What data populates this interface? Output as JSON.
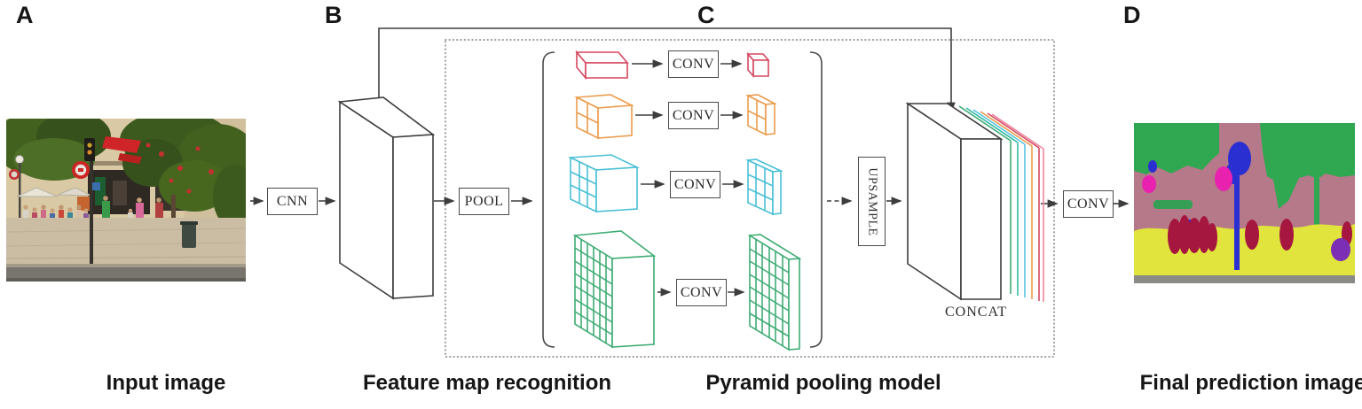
{
  "panels": {
    "a": {
      "letter": "A",
      "caption": "Input image"
    },
    "b": {
      "letter": "B",
      "caption": "Feature map recognition"
    },
    "c": {
      "letter": "C",
      "caption": "Pyramid pooling model"
    },
    "d": {
      "letter": "D",
      "caption": "Final prediction image"
    }
  },
  "nodes": {
    "cnn": "CNN",
    "pool": "POOL",
    "conv": "CONV",
    "upsample": "UPSAMPLE",
    "concat": "CONCAT"
  },
  "pyramid_levels": [
    {
      "name": "pool-level-1x1",
      "grid": "1×1",
      "color": "#d6475f"
    },
    {
      "name": "pool-level-2x2",
      "grid": "2×2",
      "color": "#eb9c4c"
    },
    {
      "name": "pool-level-3x3",
      "grid": "3×3",
      "color": "#49c0d6"
    },
    {
      "name": "pool-level-6x6",
      "grid": "6×6",
      "color": "#3eac74"
    }
  ],
  "concat_slice_colors": [
    "#3eac74",
    "#35b9a6",
    "#58c4e0",
    "#eb9c4c",
    "#d6475f",
    "#ef86a0"
  ],
  "palette": {
    "line": "#3d3d3d",
    "dotted_border": "#8f8f8f",
    "text": "#161616"
  }
}
